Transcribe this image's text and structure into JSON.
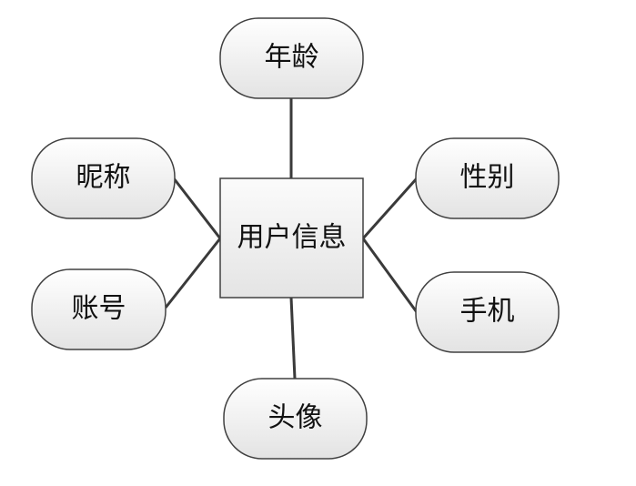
{
  "center": {
    "label": "用户信息"
  },
  "attributes": [
    {
      "key": "age",
      "label": "年龄"
    },
    {
      "key": "nickname",
      "label": "昵称"
    },
    {
      "key": "gender",
      "label": "性别"
    },
    {
      "key": "account",
      "label": "账号"
    },
    {
      "key": "phone",
      "label": "手机"
    },
    {
      "key": "avatar",
      "label": "头像"
    }
  ],
  "colors": {
    "box_fill_light": "#fafafa",
    "box_fill_dark": "#e6e6e6",
    "stroke": "#404040",
    "connector": "#3a3a3a"
  }
}
